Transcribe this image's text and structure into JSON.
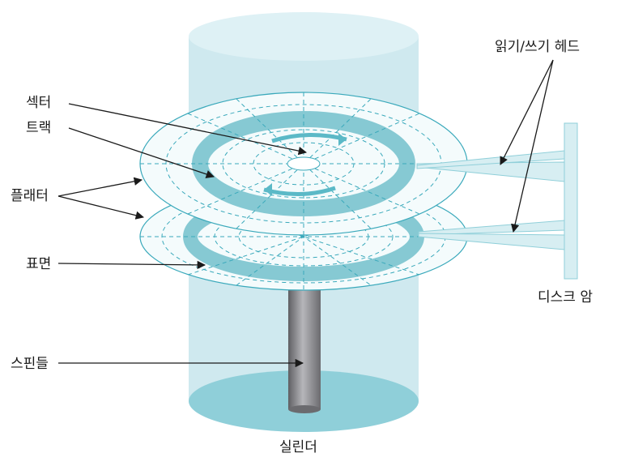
{
  "labels": {
    "sector": "섹터",
    "track": "트랙",
    "platter": "플래터",
    "surface": "표면",
    "spindle": "스핀들",
    "cylinder": "실린더",
    "rw_head": "읽기/쓰기 헤드",
    "disk_arm": "디스크 암"
  },
  "colors": {
    "cylinder_fill": "#cfe9ef",
    "cylinder_base": "#8fcfd9",
    "platter_fill": "#f4fbfc",
    "track_band": "#86c9d3",
    "dash_line": "#3aa9bb",
    "spindle": "#7f7f83",
    "arm_fill": "#d7eef2",
    "arrow": "#1a1a1a"
  }
}
